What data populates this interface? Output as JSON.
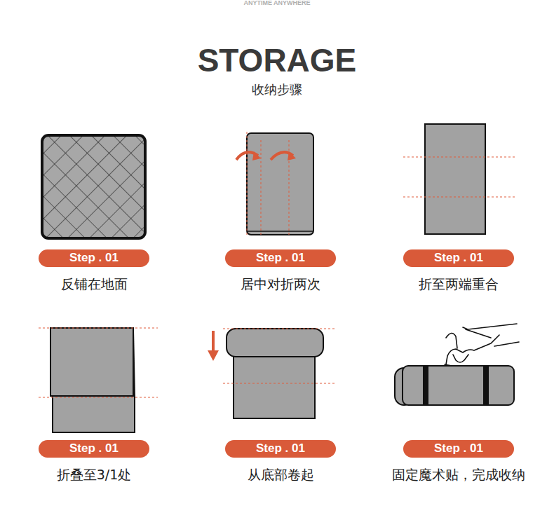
{
  "diagram": {
    "title": "STORAGE",
    "nodes": [
      {
        "text": [
          "Step . 01",
          "反铺在地面"
        ]
      },
      {
        "text": [
          "Step . 01",
          "居中对折两次"
        ]
      },
      {
        "text": [
          "Step . 01",
          "折至两端重合"
        ]
      },
      {
        "text": [
          "Step . 01",
          "折叠至3/1处"
        ]
      },
      {
        "text": [
          "Step . 01",
          "从底部卷起"
        ]
      },
      {
        "text": [
          "Step . 01",
          "固定魔术贴，完成收纳"
        ]
      }
    ],
    "labels": [
      "ANYTIME ANYWHERE",
      "收纳步骤"
    ]
  }
}
